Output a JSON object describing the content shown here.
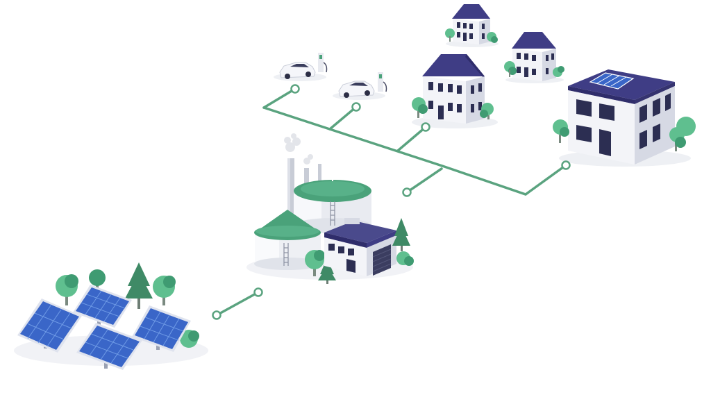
{
  "colors": {
    "background": "#ffffff",
    "network_line": "#5aa37f",
    "network_node_fill": "#ffffff",
    "roof": "#3f3d85",
    "roof_dark": "#2f2d6b",
    "wall_light": "#f3f4f8",
    "wall_shade": "#d6d9e4",
    "window": "#2c2e52",
    "tank_roof": "#4aa27a",
    "tank_roof_dark": "#3a8a66",
    "tree": "#5fbf8f",
    "tree_dark": "#3f9b72",
    "conifer": "#3f8a66",
    "solar_panel": "#3a66c8",
    "solar_panel_light": "#6f9be6",
    "car_body": "#f5f6fa",
    "shadow": "#eceef3"
  },
  "icons": [
    "solar-farm",
    "biogas-plant",
    "electric-car-charging",
    "house",
    "office-building-with-rooftop-solar",
    "network-node"
  ]
}
